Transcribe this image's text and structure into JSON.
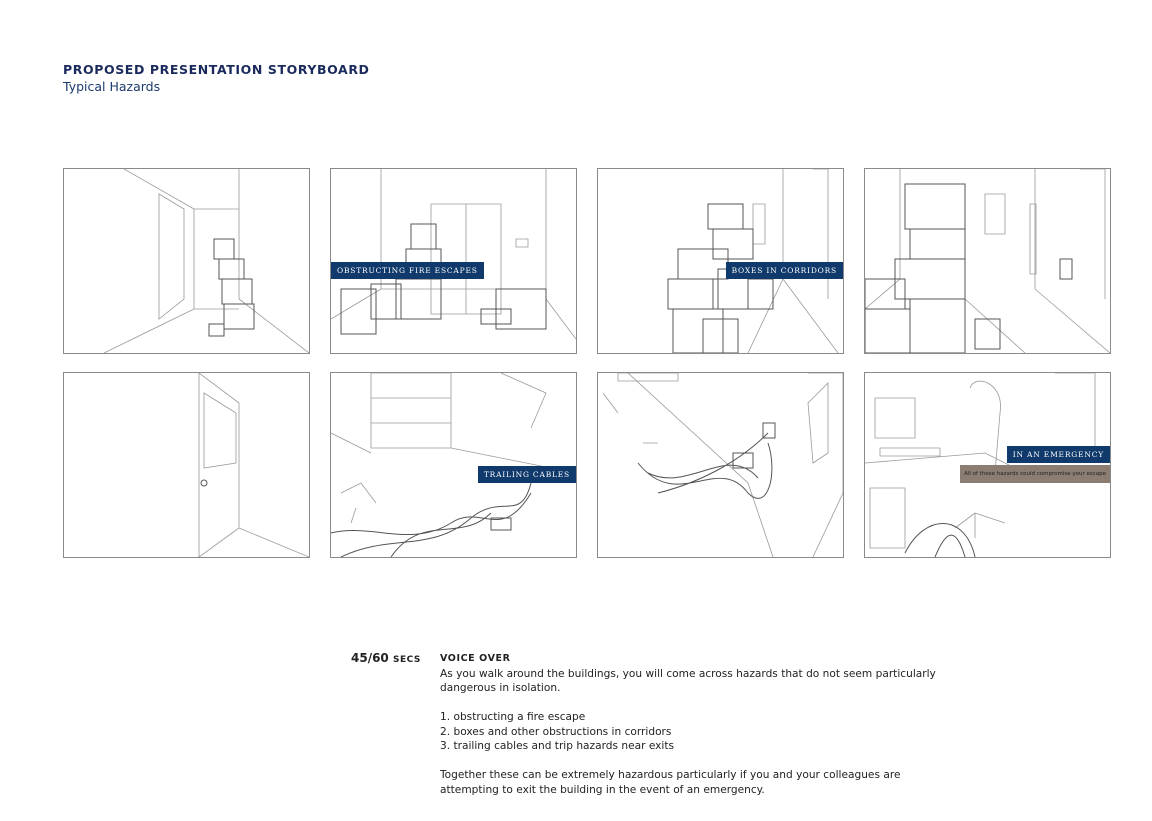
{
  "header": {
    "title": "PROPOSED PRESENTATION STORYBOARD",
    "subtitle": "Typical Hazards"
  },
  "frames": [
    {
      "label": null
    },
    {
      "label": "OBSTRUCTING FIRE ESCAPES"
    },
    {
      "label": "BOXES IN CORRIDORS"
    },
    {
      "label": null
    },
    {
      "label": null
    },
    {
      "label": "TRAILING CABLES"
    },
    {
      "label": null
    },
    {
      "label": "IN AN EMERGENCY",
      "caption": "All of these hazards could compromise your escape"
    }
  ],
  "timing": {
    "value": "45/60",
    "unit": "SECS"
  },
  "voice_over": {
    "heading": "VOICE OVER",
    "intro_1": "As you walk around the buildings, you will come across hazards that do not seem particularly",
    "intro_2": "dangerous in isolation.",
    "items": [
      "1. obstructing a fire escape",
      "2. boxes and other obstructions in corridors",
      "3. trailing cables and trip hazards near exits"
    ],
    "outro_1": "Together these can be extremely hazardous particularly if you and your colleagues are",
    "outro_2": "attempting to exit the building in the event of an emergency."
  },
  "colors": {
    "navy": "#0f3a6b",
    "title": "#1b2a5c",
    "caption_bg": "#8b7d71"
  }
}
